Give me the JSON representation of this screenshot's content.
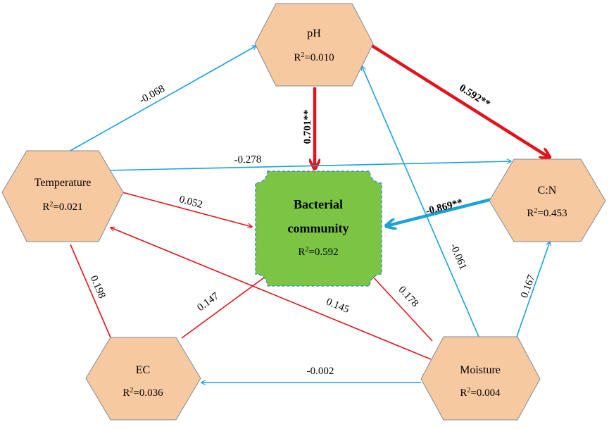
{
  "colors": {
    "node_fill": "#f7c9a1",
    "node_stroke": "#7f8c99",
    "center_fill": "#7cc544",
    "center_stroke": "#3a8fd4",
    "positive": "#e0141b",
    "negative": "#1ba1dc"
  },
  "nodes": {
    "ph": {
      "name": "pH",
      "r2_prefix": "R",
      "r2_sup": "2",
      "r2_value": "=0.010"
    },
    "temperature": {
      "name": "Temperature",
      "r2_prefix": "R",
      "r2_sup": "2",
      "r2_value": "=0.021"
    },
    "cn": {
      "name": "C:N",
      "r2_prefix": "R",
      "r2_sup": "2",
      "r2_value": "=0.453"
    },
    "ec": {
      "name": "EC",
      "r2_prefix": "R",
      "r2_sup": "2",
      "r2_value": "=0.036"
    },
    "moisture": {
      "name": "Moisture",
      "r2_prefix": "R",
      "r2_sup": "2",
      "r2_value": "=0.004"
    },
    "bacterial": {
      "name_line1": "Bacterial",
      "name_line2": "community",
      "r2_prefix": "R",
      "r2_sup": "2",
      "r2_value": "=0.592"
    }
  },
  "edges": [
    {
      "id": "temp-ph",
      "from": "Temperature",
      "to": "pH",
      "label": "-0.068",
      "sign": "negative"
    },
    {
      "id": "ph-cn",
      "from": "pH",
      "to": "C:N",
      "label": "0.592**",
      "sign": "positive"
    },
    {
      "id": "ph-bact",
      "from": "pH",
      "to": "Bacterial community",
      "label": "0.701**",
      "sign": "positive"
    },
    {
      "id": "temp-cn",
      "from": "Temperature",
      "to": "C:N",
      "label": "-0.278",
      "sign": "negative"
    },
    {
      "id": "temp-bact",
      "from": "Temperature",
      "to": "Bacterial community",
      "label": "0.052",
      "sign": "positive"
    },
    {
      "id": "cn-bact",
      "from": "C:N",
      "to": "Bacterial community",
      "label": "-0.869**",
      "sign": "negative"
    },
    {
      "id": "temp-ec",
      "from": "Temperature",
      "to": "EC",
      "label": "0.198",
      "sign": "positive"
    },
    {
      "id": "ec-bact",
      "from": "EC",
      "to": "Bacterial community",
      "label": "0.147",
      "sign": "positive"
    },
    {
      "id": "moist-temp",
      "from": "Moisture",
      "to": "Temperature",
      "label": "0.145",
      "sign": "positive"
    },
    {
      "id": "moist-bact",
      "from": "Moisture",
      "to": "Bacterial community",
      "label": "0.178",
      "sign": "positive"
    },
    {
      "id": "moist-ph",
      "from": "Moisture",
      "to": "pH",
      "label": "-0.061",
      "sign": "negative"
    },
    {
      "id": "moist-cn",
      "from": "Moisture",
      "to": "C:N",
      "label": "0.167",
      "sign": "positive"
    },
    {
      "id": "moist-ec",
      "from": "Moisture",
      "to": "EC",
      "label": "-0.002",
      "sign": "negative"
    }
  ]
}
